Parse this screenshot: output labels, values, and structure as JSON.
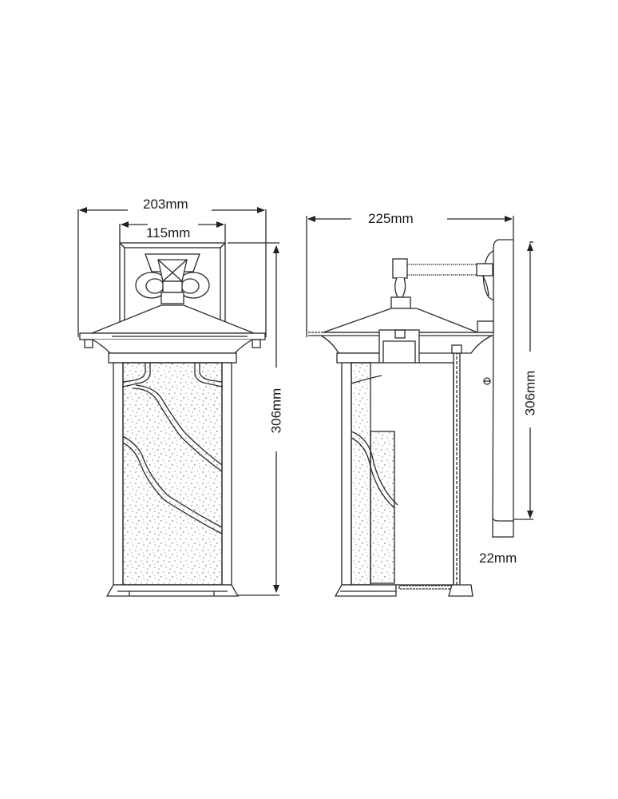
{
  "diagram": {
    "type": "technical-dimension-drawing",
    "subject": "outdoor wall lantern",
    "views": [
      {
        "name": "front-view",
        "dimensions": {
          "overall_width": "203mm",
          "backplate_width": "115mm",
          "height": "306mm"
        }
      },
      {
        "name": "side-view",
        "dimensions": {
          "projection": "225mm",
          "height": "306mm",
          "backplate_depth": "22mm"
        }
      }
    ],
    "line_color": "#2a2a2a",
    "background": "#ffffff"
  }
}
